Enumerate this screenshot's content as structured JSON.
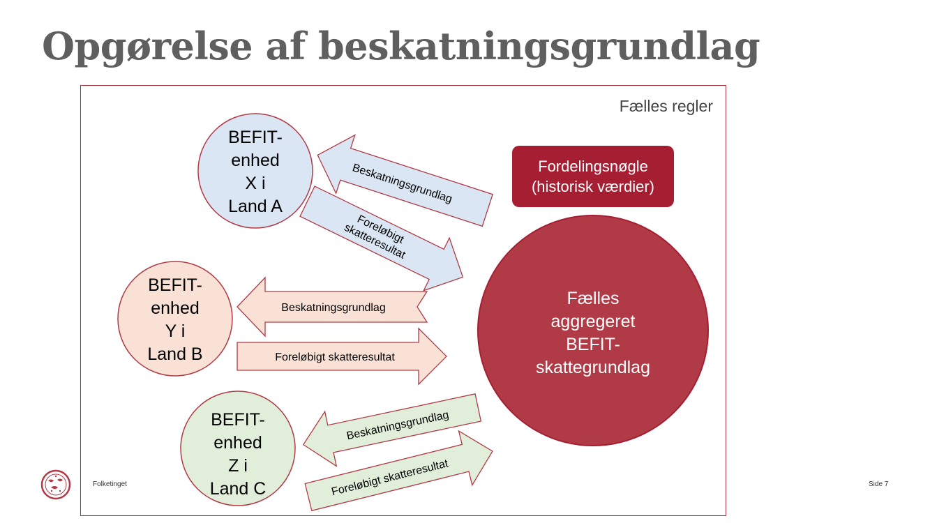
{
  "slide": {
    "title": "Opgørelse af beskatningsgrundlag",
    "footer": "Folketinget",
    "page": "Side 7"
  },
  "diagram": {
    "frame_label": "Fælles regler",
    "key_box": {
      "line1": "Fordelingsnøgle",
      "line2": "(historisk værdier)"
    },
    "central": {
      "lines": [
        "Fælles",
        "aggregeret",
        "BEFIT-",
        "skattegrundlag"
      ]
    },
    "entities": [
      {
        "lines": [
          "BEFIT-",
          "enhed",
          "X i",
          "Land A"
        ]
      },
      {
        "lines": [
          "BEFIT-",
          "enhed",
          "Y i",
          "Land B"
        ]
      },
      {
        "lines": [
          "BEFIT-",
          "enhed",
          "Z i",
          "Land C"
        ]
      }
    ],
    "arrows": {
      "a_in": "Beskatningsgrundlag",
      "a_out": [
        "Foreløbigt",
        "skatteresultat"
      ],
      "b_in": "Beskatningsgrundlag",
      "b_out": "Foreløbigt skatteresultat",
      "c_in": "Beskatningsgrundlag",
      "c_out": "Foreløbigt skatteresultat"
    }
  },
  "colors": {
    "accent": "#b03a45",
    "dark_red": "#a51e32",
    "blue_fill": "#dae6f3",
    "peach_fill": "#f9e1d6",
    "green_fill": "#e1efda",
    "title_gray": "#5f5f5f"
  }
}
